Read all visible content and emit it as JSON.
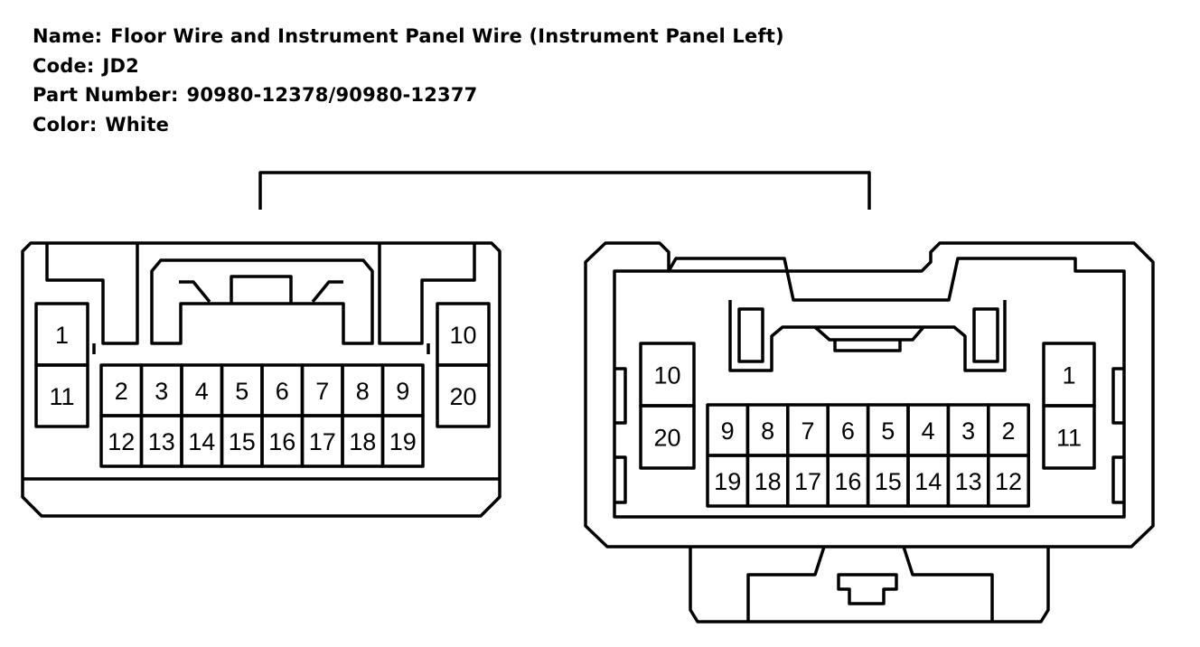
{
  "info": {
    "name_label": "Name:",
    "name_value": "Floor Wire and Instrument Panel Wire (Instrument Panel Left)",
    "code_label": "Code:",
    "code_value": "JD2",
    "part_label": "Part Number:",
    "part_value": "90980-12378/90980-12377",
    "color_label": "Color:",
    "color_value": "White"
  },
  "connectors": {
    "left": {
      "side": [
        "1",
        "11"
      ],
      "top": [
        "2",
        "3",
        "4",
        "5",
        "6",
        "7",
        "8",
        "9"
      ],
      "bottom": [
        "12",
        "13",
        "14",
        "15",
        "16",
        "17",
        "18",
        "19"
      ],
      "side_right": [
        "10",
        "20"
      ]
    },
    "right": {
      "side_left": [
        "10",
        "20"
      ],
      "top": [
        "9",
        "8",
        "7",
        "6",
        "5",
        "4",
        "3",
        "2"
      ],
      "bottom": [
        "19",
        "18",
        "17",
        "16",
        "15",
        "14",
        "13",
        "12"
      ],
      "side": [
        "1",
        "11"
      ]
    }
  }
}
